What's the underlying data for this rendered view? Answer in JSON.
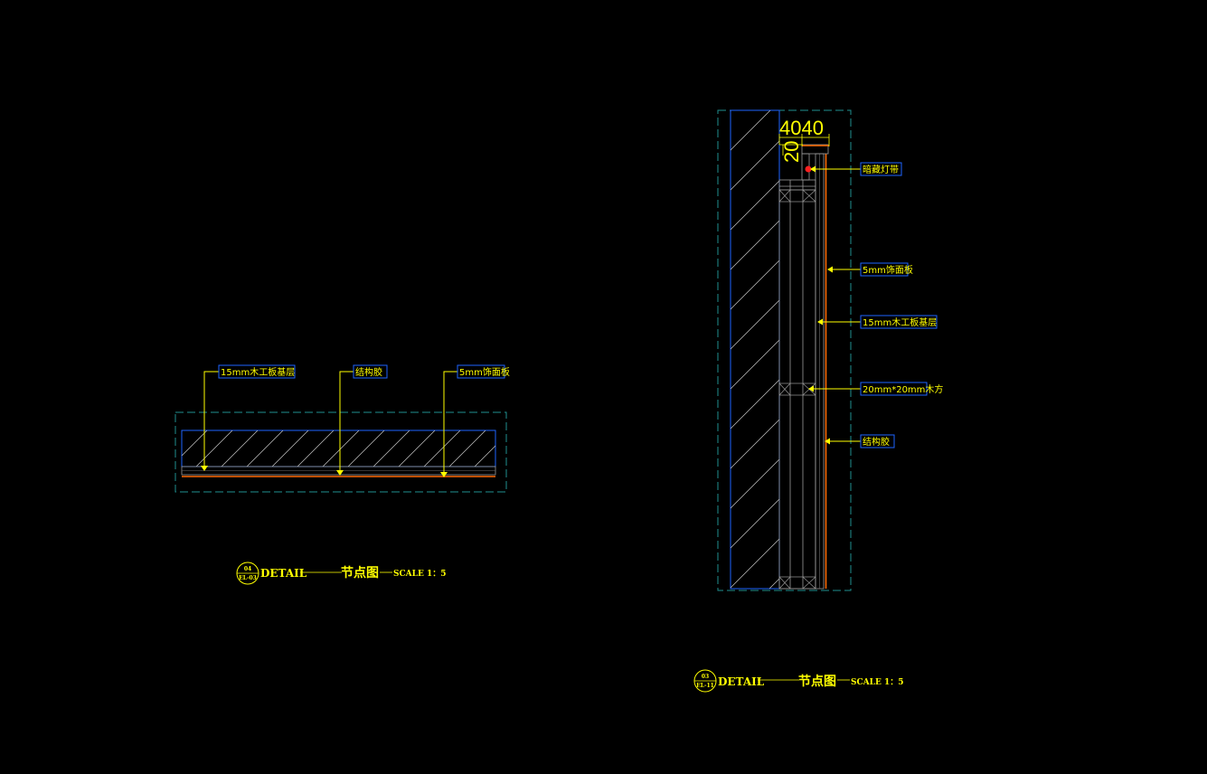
{
  "colors": {
    "background": "#000000",
    "annotation": "#ffff00",
    "outline": "#1e64ff",
    "frame": "#1f8f8f",
    "finish": "#ff6a00",
    "light": "#ff2020",
    "hatch": "#c8c8c8"
  },
  "left_detail": {
    "labels": [
      "15mm木工板基层",
      "结构胶",
      "5mm饰面板"
    ],
    "title": {
      "circle_top": "04",
      "circle_bottom": "EL-03",
      "detail": "DETAIL",
      "name": "节点图",
      "scale": "SCALE  1：5"
    }
  },
  "right_detail": {
    "dimensions": {
      "top": "4040",
      "side": "20"
    },
    "labels": [
      "暗藏灯带",
      "5mm饰面板",
      "15mm木工板基层",
      "20mm*20mm木方",
      "结构胶"
    ],
    "title": {
      "circle_top": "03",
      "circle_bottom": "EL-11",
      "detail": "DETAIL",
      "name": "节点图",
      "scale": "SCALE  1：5"
    }
  }
}
